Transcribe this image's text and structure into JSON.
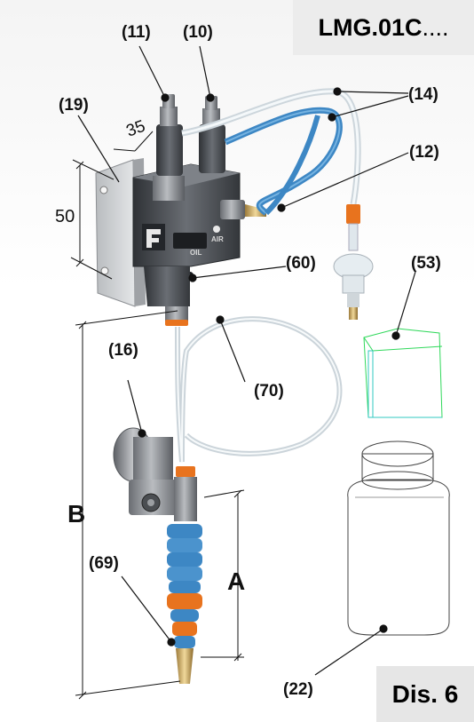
{
  "header": {
    "model_code": "LMG.01C",
    "model_suffix": "...."
  },
  "figure_label": "Dis. 6",
  "callouts": [
    {
      "id": "11",
      "text": "(11)"
    },
    {
      "id": "10",
      "text": "(10)"
    },
    {
      "id": "19",
      "text": "(19)"
    },
    {
      "id": "14",
      "text": "(14)"
    },
    {
      "id": "12",
      "text": "(12)"
    },
    {
      "id": "60",
      "text": "(60)"
    },
    {
      "id": "53",
      "text": "(53)"
    },
    {
      "id": "16",
      "text": "(16)"
    },
    {
      "id": "70",
      "text": "(70)"
    },
    {
      "id": "69",
      "text": "(69)"
    },
    {
      "id": "22",
      "text": "(22)"
    }
  ],
  "dimensions": {
    "depth": "35",
    "height": "50",
    "length_a": "A",
    "length_b": "B"
  },
  "block_markings": {
    "oil": "OIL",
    "air": "AIR"
  },
  "colors": {
    "hose_blue": "#3d87c4",
    "nozzle_orange": "#e8731e",
    "body_dark": "#4a4d52",
    "bag_green": "#2fd85a"
  }
}
